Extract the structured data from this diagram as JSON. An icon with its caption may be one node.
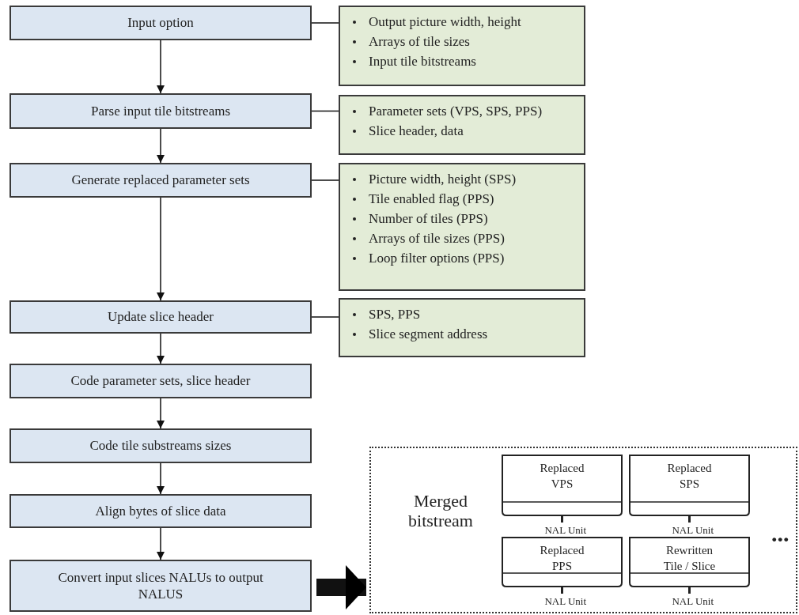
{
  "diagram": {
    "nodes": [
      {
        "text": [
          "Input option"
        ]
      },
      {
        "text": [
          "Output picture width, height",
          "Arrays of tile sizes",
          "Input tile bitstreams"
        ]
      },
      {
        "text": [
          "Parse input tile bitstreams"
        ]
      },
      {
        "text": [
          "Parameter sets (VPS, SPS, PPS)",
          "Slice header, data"
        ]
      },
      {
        "text": [
          "Generate replaced parameter sets"
        ]
      },
      {
        "text": [
          "Picture width, height (SPS)",
          "Tile enabled flag (PPS)",
          "Number of tiles (PPS)",
          "Arrays of tile sizes (PPS)",
          "Loop filter options (PPS)"
        ]
      },
      {
        "text": [
          "Update slice header"
        ]
      },
      {
        "text": [
          "SPS, PPS",
          "Slice segment address"
        ]
      },
      {
        "text": [
          "Code parameter sets, slice header"
        ]
      },
      {
        "text": [
          "Code tile substreams sizes"
        ]
      },
      {
        "text": [
          "Align bytes of slice data"
        ]
      },
      {
        "text": [
          "Convert input slices NALUs to output NALUS"
        ]
      },
      {
        "text": [
          "Merged bitstream"
        ]
      },
      {
        "text": [
          "Replaced VPS"
        ],
        "beside": [
          "NAL Unit"
        ],
        "in": 12
      },
      {
        "text": [
          "Replaced SPS"
        ],
        "beside": [
          "NAL Unit"
        ],
        "in": 12
      },
      {
        "text": [
          "Replaced PPS"
        ],
        "beside": [
          "NAL Unit"
        ],
        "in": 12
      },
      {
        "text": [
          "Rewritten Tile / Slice"
        ],
        "beside": [
          "NAL Unit"
        ],
        "in": 12
      }
    ],
    "edges": [
      {
        "from": 0,
        "to": 2,
        "arrow": "to"
      },
      {
        "from": 2,
        "to": 4,
        "arrow": "to"
      },
      {
        "from": 4,
        "to": 6,
        "arrow": "to"
      },
      {
        "from": 6,
        "to": 8,
        "arrow": "to"
      },
      {
        "from": 8,
        "to": 9,
        "arrow": "to"
      },
      {
        "from": 9,
        "to": 10,
        "arrow": "to"
      },
      {
        "from": 10,
        "to": 11,
        "arrow": "to"
      },
      {
        "from": 0,
        "to": 1,
        "arrow": "none"
      },
      {
        "from": 2,
        "to": 3,
        "arrow": "none"
      },
      {
        "from": 4,
        "to": 5,
        "arrow": "none"
      },
      {
        "from": 6,
        "to": 7,
        "arrow": "none"
      },
      {
        "from": 11,
        "to": 12,
        "arrow": "to",
        "style": "thick"
      }
    ],
    "labels": [
      "..."
    ]
  }
}
